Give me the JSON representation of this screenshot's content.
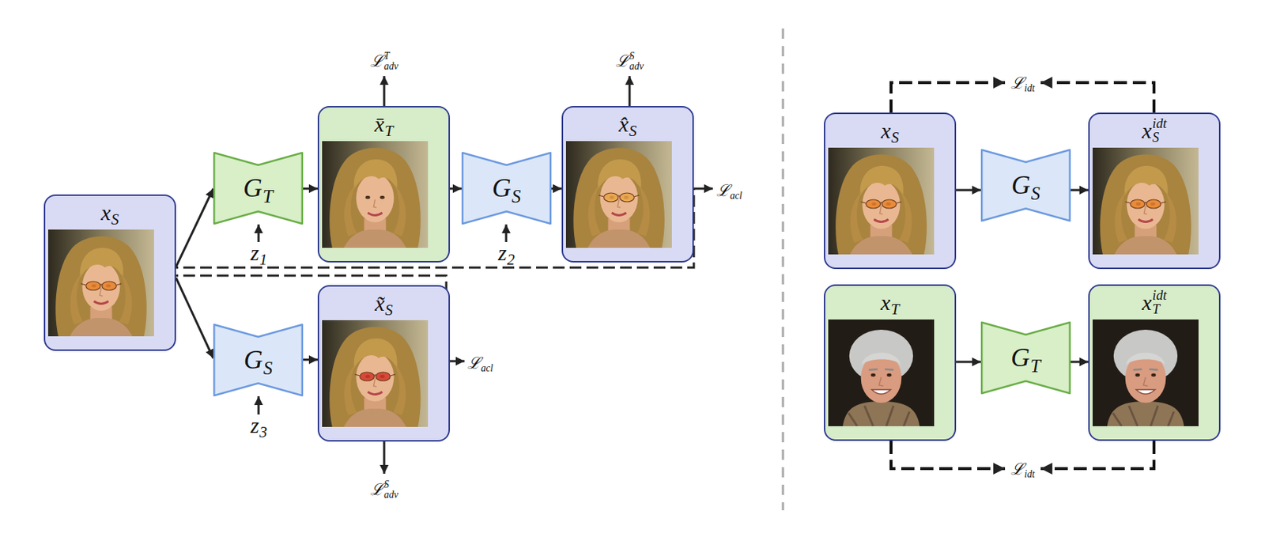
{
  "diagram": {
    "nodes": [
      {
        "text": [
          "xS"
        ]
      },
      {
        "text": [
          "GT"
        ]
      },
      {
        "text": [
          "x̄T"
        ]
      },
      {
        "text": [
          "GS"
        ]
      },
      {
        "text": [
          "x̂S"
        ]
      },
      {
        "text": [
          "GS"
        ]
      },
      {
        "text": [
          "x̃S"
        ]
      },
      {
        "text": [
          "xS"
        ]
      },
      {
        "text": [
          "GS"
        ]
      },
      {
        "text": [
          "xSidt"
        ]
      },
      {
        "text": [
          "xT"
        ]
      },
      {
        "text": [
          "GT"
        ]
      },
      {
        "text": [
          "xTidt"
        ]
      }
    ],
    "edges": [
      {
        "from": 0,
        "to": 1,
        "arrow": "to"
      },
      {
        "from": 1,
        "to": 2,
        "arrow": "to"
      },
      {
        "from": 2,
        "to": 3,
        "arrow": "to"
      },
      {
        "from": 3,
        "to": 4,
        "arrow": "to"
      },
      {
        "from": 0,
        "to": 5,
        "arrow": "to"
      },
      {
        "from": 5,
        "to": 6,
        "arrow": "to"
      },
      {
        "from": 7,
        "to": 8,
        "arrow": "to"
      },
      {
        "from": 8,
        "to": 9,
        "arrow": "to"
      },
      {
        "from": 7,
        "to": 9,
        "label": "ℒidt",
        "arrow": "none"
      },
      {
        "from": 10,
        "to": 11,
        "arrow": "to"
      },
      {
        "from": 11,
        "to": 12,
        "arrow": "to"
      },
      {
        "from": 10,
        "to": 12,
        "label": "ℒidt",
        "arrow": "none"
      }
    ],
    "labels": [
      "ℒadvT",
      "ℒadvS",
      "ℒacl",
      "z1",
      "z2",
      "ℒacl",
      "z3",
      "ℒadvS"
    ]
  }
}
